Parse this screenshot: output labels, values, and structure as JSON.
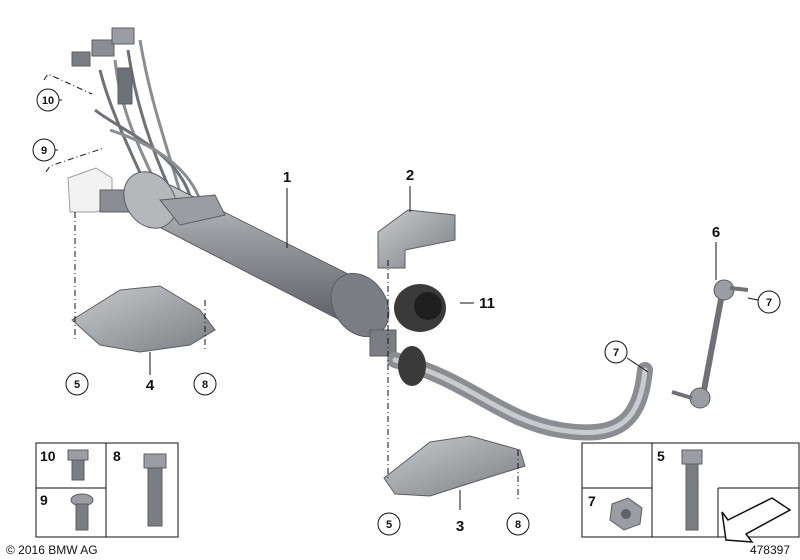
{
  "callouts": {
    "c1": "1",
    "c2": "2",
    "c3": "3",
    "c4": "4",
    "c5a": "5",
    "c5b": "5",
    "c6": "6",
    "c7a": "7",
    "c7b": "7",
    "c8a": "8",
    "c8b": "8",
    "c9": "9",
    "c10": "10",
    "c11": "11"
  },
  "legend": {
    "t10": "10",
    "t8": "8",
    "t9": "9",
    "t5": "5",
    "t7": "7"
  },
  "footer": {
    "copyright": "© 2016 BMW AG",
    "image_number": "478397"
  },
  "colors": {
    "part_fill": "#9a9ea2",
    "part_dark": "#6e7276",
    "part_light": "#c9ccce",
    "bushing": "#3a3a3a",
    "white_part": "#f2f2f2"
  }
}
